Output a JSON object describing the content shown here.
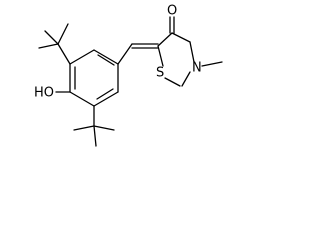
{
  "molecule": {
    "atoms": {
      "hydroxyl_oxygen": "HO",
      "ring_sulfur": "S",
      "ring_nitrogen": "N",
      "carbonyl_oxygen": "O"
    }
  },
  "colors": {
    "bond": "#000000",
    "label": "#000000",
    "background": "#ffffff"
  }
}
